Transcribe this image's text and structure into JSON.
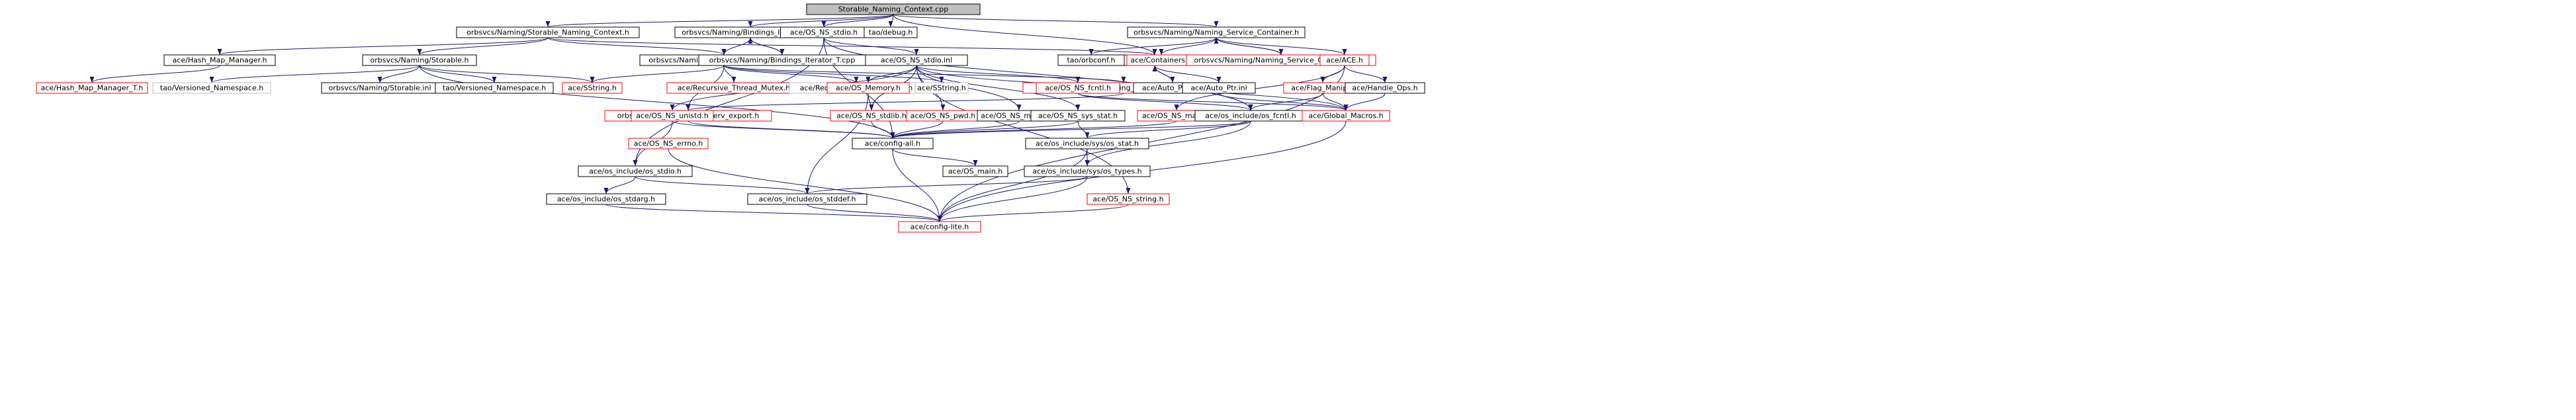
{
  "colors": {
    "edge": "#191970",
    "border_normal": "#000000",
    "border_missing": "#ff0000",
    "border_empty": "#bfbfbf",
    "root_fill": "#bfbfbf",
    "text": "#000000"
  },
  "nodes": [
    {
      "id": "root",
      "label": "Storable_Naming_Context.cpp",
      "kind": "root"
    },
    {
      "id": "storable_nc_h",
      "label": "orbsvcs/Naming/Storable_Naming_Context.h",
      "kind": "normal"
    },
    {
      "id": "bindings_iter_h",
      "label": "orbsvcs/Naming/Bindings_Iterator_T.h",
      "kind": "normal"
    },
    {
      "id": "os_ns_stdio_h",
      "label": "ace/OS_NS_stdio.h",
      "kind": "normal"
    },
    {
      "id": "tao_debug",
      "label": "tao/debug.h",
      "kind": "normal"
    },
    {
      "id": "naming_sc_h",
      "label": "orbsvcs/Naming/Naming_Service_Container.h",
      "kind": "normal"
    },
    {
      "id": "hash_map_mgr",
      "label": "ace/Hash_Map_Manager.h",
      "kind": "normal"
    },
    {
      "id": "storable_h",
      "label": "orbsvcs/Naming/Storable.h",
      "kind": "normal"
    },
    {
      "id": "hash_nc",
      "label": "orbsvcs/Naming/Hash_Naming_Context.h",
      "kind": "normal"
    },
    {
      "id": "bindings_iter_cpp",
      "label": "orbsvcs/Naming/Bindings_Iterator_T.cpp",
      "kind": "normal"
    },
    {
      "id": "os_ns_stdio_inl",
      "label": "ace/OS_NS_stdio.inl",
      "kind": "normal"
    },
    {
      "id": "auto_ptr_h",
      "label": "ace/Auto_Ptr.h",
      "kind": "normal"
    },
    {
      "id": "tao_orbconf",
      "label": "tao/orbconf.h",
      "kind": "normal"
    },
    {
      "id": "containers",
      "label": "ace/Containers.h",
      "kind": "missing"
    },
    {
      "id": "naming_sc_cpp",
      "label": "orbsvcs/Naming/Naming_Service_Container.cpp",
      "kind": "missing"
    },
    {
      "id": "ace_h",
      "label": "ace/ACE.h",
      "kind": "missing"
    },
    {
      "id": "hash_map_mgr_t",
      "label": "ace/Hash_Map_Manager_T.h",
      "kind": "missing"
    },
    {
      "id": "tao_versioned_ns",
      "label": "tao/Versioned_Namespace.h",
      "kind": "empty"
    },
    {
      "id": "storable_inl",
      "label": "orbsvcs/Naming/Storable.inl",
      "kind": "normal"
    },
    {
      "id": "tao_versioned_ns2",
      "label": "tao/Versioned_Namespace.h",
      "kind": "normal"
    },
    {
      "id": "sstring_h",
      "label": "ace/SString.h",
      "kind": "missing"
    },
    {
      "id": "rec_mutex_h",
      "label": "ace/Recursive_Thread_Mutex.h",
      "kind": "missing"
    },
    {
      "id": "rec_mutex_h2",
      "label": "ace/Recursive_Thread_Mutex.h",
      "kind": "empty"
    },
    {
      "id": "sstring_h2",
      "label": "ace/SString.h",
      "kind": "empty"
    },
    {
      "id": "nc_interface",
      "label": "orbsvcs/Naming/Naming_Context_Interface.h",
      "kind": "missing"
    },
    {
      "id": "os_memory",
      "label": "ace/OS_Memory.h",
      "kind": "missing"
    },
    {
      "id": "os_ns_fcntl",
      "label": "ace/OS_NS_fcntl.h",
      "kind": "missing"
    },
    {
      "id": "auto_ptr_cpp",
      "label": "ace/Auto_Ptr.cpp",
      "kind": "normal"
    },
    {
      "id": "auto_ptr_inl",
      "label": "ace/Auto_Ptr.inl",
      "kind": "normal"
    },
    {
      "id": "flag_manip",
      "label": "ace/Flag_Manip.h",
      "kind": "missing"
    },
    {
      "id": "handle_ops",
      "label": "ace/Handle_Ops.h",
      "kind": "normal"
    },
    {
      "id": "naming_serv_export",
      "label": "orbsvcs/Naming/naming_serv_export.h",
      "kind": "missing"
    },
    {
      "id": "os_ns_unistd",
      "label": "ace/OS_NS_unistd.h",
      "kind": "missing"
    },
    {
      "id": "os_ns_stdlib",
      "label": "ace/OS_NS_stdlib.h",
      "kind": "missing"
    },
    {
      "id": "os_ns_pwd",
      "label": "ace/OS_NS_pwd.h",
      "kind": "missing"
    },
    {
      "id": "os_ns_macros",
      "label": "ace/OS_NS_macros.h",
      "kind": "normal"
    },
    {
      "id": "os_ns_sys_stat",
      "label": "ace/OS_NS_sys_stat.h",
      "kind": "normal"
    },
    {
      "id": "os_ns_math",
      "label": "ace/OS_NS_math.h",
      "kind": "missing"
    },
    {
      "id": "os_fcntl",
      "label": "ace/os_include/os_fcntl.h",
      "kind": "normal"
    },
    {
      "id": "global_macros",
      "label": "ace/Global_Macros.h",
      "kind": "missing"
    },
    {
      "id": "os_ns_errno",
      "label": "ace/OS_NS_errno.h",
      "kind": "missing"
    },
    {
      "id": "config_all",
      "label": "ace/config-all.h",
      "kind": "normal"
    },
    {
      "id": "sys_os_stat",
      "label": "ace/os_include/sys/os_stat.h",
      "kind": "normal"
    },
    {
      "id": "os_main",
      "label": "ace/OS_main.h",
      "kind": "normal"
    },
    {
      "id": "os_stdio",
      "label": "ace/os_include/os_stdio.h",
      "kind": "normal"
    },
    {
      "id": "sys_os_types",
      "label": "ace/os_include/sys/os_types.h",
      "kind": "normal"
    },
    {
      "id": "os_stdarg",
      "label": "ace/os_include/os_stdarg.h",
      "kind": "normal"
    },
    {
      "id": "os_stddef",
      "label": "ace/os_include/os_stddef.h",
      "kind": "normal"
    },
    {
      "id": "os_ns_string",
      "label": "ace/OS_NS_string.h",
      "kind": "missing"
    },
    {
      "id": "config_lite",
      "label": "ace/config-lite.h",
      "kind": "missing"
    }
  ],
  "edges": [
    [
      "root",
      "storable_nc_h"
    ],
    [
      "root",
      "bindings_iter_h"
    ],
    [
      "root",
      "os_ns_stdio_h"
    ],
    [
      "root",
      "tao_debug"
    ],
    [
      "root",
      "naming_sc_h"
    ],
    [
      "root",
      "auto_ptr_h"
    ],
    [
      "storable_nc_h",
      "hash_map_mgr"
    ],
    [
      "storable_nc_h",
      "storable_h"
    ],
    [
      "storable_nc_h",
      "hash_nc"
    ],
    [
      "storable_nc_h",
      "auto_ptr_h"
    ],
    [
      "bindings_iter_h",
      "hash_nc"
    ],
    [
      "bindings_iter_h",
      "bindings_iter_cpp"
    ],
    [
      "bindings_iter_cpp",
      "bindings_iter_h"
    ],
    [
      "os_ns_stdio_h",
      "os_ns_stdio_inl"
    ],
    [
      "os_ns_stdio_h",
      "config_all"
    ],
    [
      "os_ns_stdio_h",
      "os_stdio"
    ],
    [
      "os_ns_stdio_h",
      "os_fcntl"
    ],
    [
      "naming_sc_h",
      "tao_orbconf"
    ],
    [
      "naming_sc_h",
      "containers"
    ],
    [
      "naming_sc_h",
      "naming_sc_cpp"
    ],
    [
      "naming_sc_cpp",
      "naming_sc_h"
    ],
    [
      "naming_sc_h",
      "ace_h"
    ],
    [
      "hash_map_mgr",
      "hash_map_mgr_t"
    ],
    [
      "storable_h",
      "tao_versioned_ns"
    ],
    [
      "storable_h",
      "storable_inl"
    ],
    [
      "storable_h",
      "tao_versioned_ns2"
    ],
    [
      "storable_h",
      "sstring_h"
    ],
    [
      "storable_h",
      "config_all"
    ],
    [
      "hash_nc",
      "sstring_h"
    ],
    [
      "hash_nc",
      "rec_mutex_h"
    ],
    [
      "hash_nc",
      "rec_mutex_h2"
    ],
    [
      "hash_nc",
      "sstring_h2"
    ],
    [
      "hash_nc",
      "nc_interface"
    ],
    [
      "hash_nc",
      "naming_serv_export"
    ],
    [
      "nc_interface",
      "naming_serv_export"
    ],
    [
      "naming_serv_export",
      "config_all"
    ],
    [
      "os_ns_stdio_inl",
      "os_memory"
    ],
    [
      "os_ns_stdio_inl",
      "os_ns_unistd"
    ],
    [
      "os_ns_stdio_inl",
      "os_ns_stdlib"
    ],
    [
      "os_ns_stdio_inl",
      "os_ns_pwd"
    ],
    [
      "os_ns_stdio_inl",
      "os_ns_macros"
    ],
    [
      "os_ns_stdio_inl",
      "os_ns_sys_stat"
    ],
    [
      "os_ns_stdio_inl",
      "os_ns_fcntl"
    ],
    [
      "os_ns_stdio_inl",
      "global_macros"
    ],
    [
      "os_ns_stdio_inl",
      "os_ns_string"
    ],
    [
      "auto_ptr_h",
      "auto_ptr_cpp"
    ],
    [
      "auto_ptr_cpp",
      "auto_ptr_h"
    ],
    [
      "auto_ptr_h",
      "auto_ptr_inl"
    ],
    [
      "auto_ptr_inl",
      "global_macros"
    ],
    [
      "ace_h",
      "flag_manip"
    ],
    [
      "ace_h",
      "handle_ops"
    ],
    [
      "ace_h",
      "os_ns_math"
    ],
    [
      "ace_h",
      "config_lite"
    ],
    [
      "flag_manip",
      "os_fcntl"
    ],
    [
      "flag_manip",
      "global_macros"
    ],
    [
      "handle_ops",
      "global_macros"
    ],
    [
      "os_ns_fcntl",
      "os_fcntl"
    ],
    [
      "os_ns_fcntl",
      "global_macros"
    ],
    [
      "os_memory",
      "os_ns_stdlib"
    ],
    [
      "os_memory",
      "os_stddef"
    ],
    [
      "os_ns_unistd",
      "os_stdio"
    ],
    [
      "os_ns_unistd",
      "config_all"
    ],
    [
      "os_ns_stdlib",
      "config_all"
    ],
    [
      "os_ns_pwd",
      "config_all"
    ],
    [
      "os_ns_macros",
      "config_all"
    ],
    [
      "os_ns_sys_stat",
      "sys_os_stat"
    ],
    [
      "os_ns_sys_stat",
      "config_all"
    ],
    [
      "os_ns_math",
      "config_all"
    ],
    [
      "os_fcntl",
      "sys_os_stat"
    ],
    [
      "os_fcntl",
      "sys_os_types"
    ],
    [
      "os_fcntl",
      "config_all"
    ],
    [
      "global_macros",
      "config_lite"
    ],
    [
      "os_ns_errno",
      "config_lite"
    ],
    [
      "config_all",
      "os_main"
    ],
    [
      "config_all",
      "config_lite"
    ],
    [
      "sys_os_stat",
      "sys_os_types"
    ],
    [
      "sys_os_stat",
      "config_lite"
    ],
    [
      "os_stdio",
      "os_stdarg"
    ],
    [
      "os_stdio",
      "os_stddef"
    ],
    [
      "sys_os_types",
      "os_stddef"
    ],
    [
      "sys_os_types",
      "config_lite"
    ],
    [
      "os_stdarg",
      "config_lite"
    ],
    [
      "os_stddef",
      "config_lite"
    ],
    [
      "os_ns_string",
      "config_lite"
    ]
  ]
}
